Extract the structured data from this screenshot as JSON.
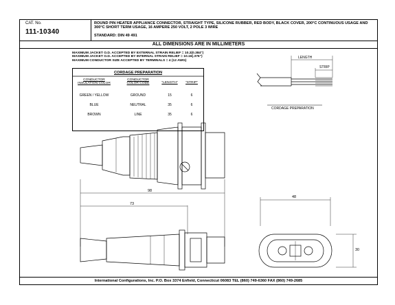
{
  "header": {
    "cat_label": "CAT. No.",
    "cat_number": "111-10340",
    "description": "ROUND PIN HEATER APPLIANCE CONNECTOR, STRAIGHT TYPE, SILICONE RUBBER, RED BODY, BLACK COVER, 200°C CONTINUOUS USAGE AND 300°C SHORT TERM USAGE, 16 AMPERE 250 VOLT, 2 POLE 3 WIRE",
    "standard": "STANDARD: DIN 49 491"
  },
  "banner": "ALL DIMENSIONS ARE IN MILLIMETERS",
  "acceptance": [
    "MAXIMUM JACKET O.D. ACCEPTED BY EXTERNAL STRAIN RELIEF = 10.2(0.384\")",
    "MAXIMUM JACKET O.D. ACCEPTED BY INTERNAL STRAIN RELIEF = 10.16(.376\")",
    "MAXIMUM CONDUCTOR SIZE ACCEPTED BY TERMINALS = 4 (12 AWG)"
  ],
  "cordage_table": {
    "title": "CORDAGE PREPARATION",
    "headers": {
      "insulation": "CONDUCTOR\nINSULATION COLOR",
      "conductor": "CONDUCTOR\nCOLOR CODE",
      "length": "\"LENGTH\"",
      "strip": "\"STRIP\""
    },
    "rows": [
      {
        "insulation": "GREEN / YELLOW",
        "conductor": "GROUND",
        "length": "15",
        "strip": "6"
      },
      {
        "insulation": "BLUE",
        "conductor": "NEUTRAL",
        "length": "35",
        "strip": "6"
      },
      {
        "insulation": "BROWN",
        "conductor": "LINE",
        "length": "35",
        "strip": "6"
      }
    ]
  },
  "cordage_diagram": {
    "length_label": "LENGTH",
    "strip_label": "STRIP",
    "caption": "CORDAGE PREPARATION"
  },
  "dimensions": {
    "overall": "98",
    "body": "73",
    "width": "48",
    "height": "30"
  },
  "footer": "International Configurations, Inc.  P.O. Box 3374  Enfield, Connecticut 06083  TEL (860) 749-6360  FAX (860) 749-2685"
}
